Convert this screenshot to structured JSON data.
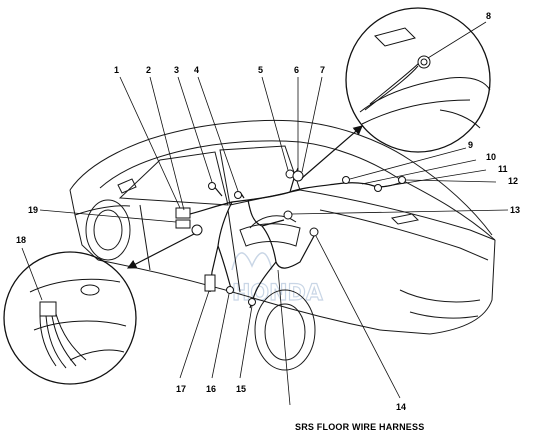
{
  "diagram": {
    "callouts": {
      "c1": "1",
      "c2": "2",
      "c3": "3",
      "c4": "4",
      "c5": "5",
      "c6": "6",
      "c7": "7",
      "c8": "8",
      "c9": "9",
      "c10": "10",
      "c11": "11",
      "c12": "12",
      "c13": "13",
      "c14": "14",
      "c15": "15",
      "c16": "16",
      "c17": "17",
      "c18": "18",
      "c19": "19"
    },
    "harness_label": "SRS FLOOR WIRE HARNESS",
    "watermark": "HONDA"
  },
  "colors": {
    "line": "#1a1a1a",
    "watermark": "#c9d6e6",
    "background": "#ffffff"
  }
}
